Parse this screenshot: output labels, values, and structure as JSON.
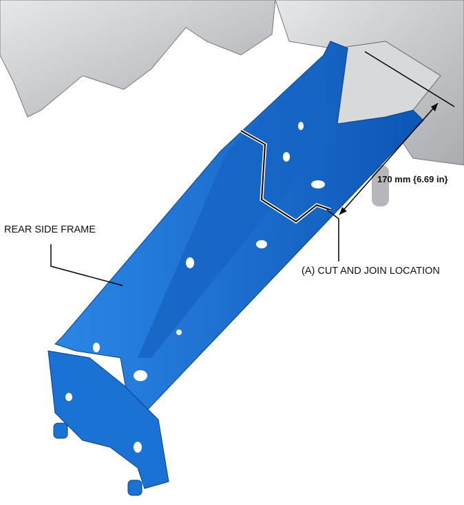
{
  "labels": {
    "rear_side_frame": "REAR SIDE FRAME",
    "cut_join": "(A) CUT AND JOIN LOCATION",
    "dimension": "170 mm {6.69 in}"
  },
  "colors": {
    "frame_blue": "#1a72d4",
    "frame_dark": "#0d4fa8",
    "body_gray": "#c9cbce"
  }
}
